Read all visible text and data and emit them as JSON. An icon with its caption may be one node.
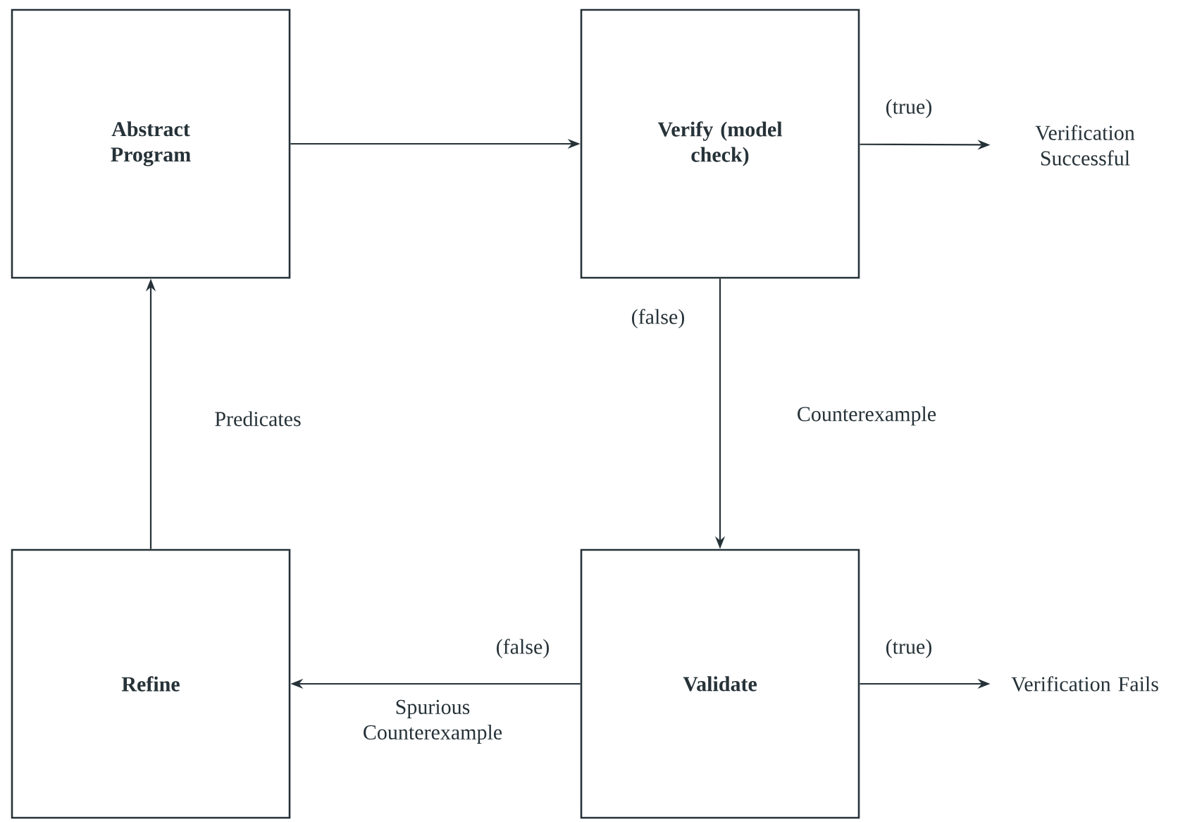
{
  "diagram": {
    "nodes": [
      {
        "text": [
          "**Abstract Program**"
        ]
      },
      {
        "text": [
          "**Verify (model check)**"
        ]
      },
      {
        "text": [
          "**Refine**"
        ]
      },
      {
        "text": [
          "**Validate**"
        ]
      },
      {
        "text": [
          "Verification Successful"
        ]
      },
      {
        "text": [
          "Verification Fails"
        ]
      }
    ],
    "edges": [
      {
        "from": 0,
        "to": 1,
        "arrow": "to"
      },
      {
        "from": 1,
        "to": 4,
        "arrow": "to",
        "label": "(true)"
      },
      {
        "from": 1,
        "to": 3,
        "arrow": "to",
        "label": "Counterexample"
      },
      {
        "from": 3,
        "to": 5,
        "arrow": "to",
        "label": "(true)"
      },
      {
        "from": 3,
        "to": 2,
        "arrow": "to",
        "label": "Spurious Counterexample"
      },
      {
        "from": 2,
        "to": 0,
        "arrow": "to",
        "label": "Predicates"
      }
    ],
    "labels": [
      "(false)",
      "(false)"
    ]
  }
}
